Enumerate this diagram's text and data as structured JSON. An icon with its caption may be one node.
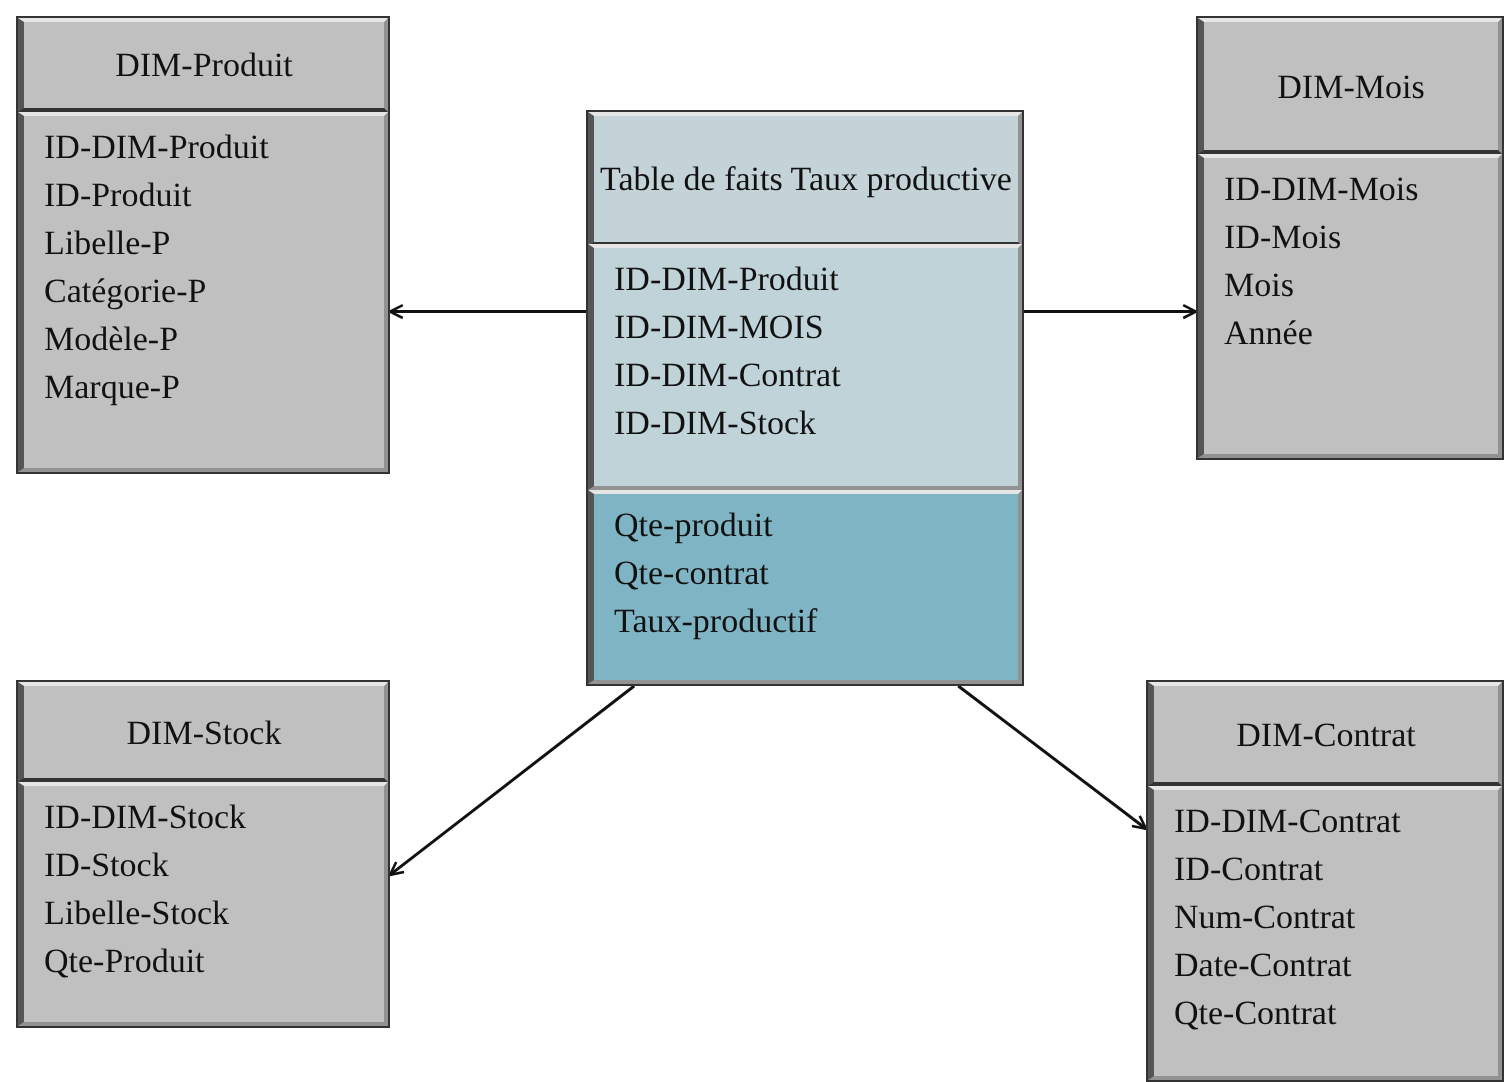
{
  "diagram": {
    "nodes": [
      {
        "text": [
          "DIM-Produit",
          "ID-DIM-Produit",
          "ID-Produit",
          "Libelle-P",
          "Catégorie-P",
          "Modèle-P",
          "Marque-P"
        ]
      },
      {
        "text": [
          "Table de faits Taux productive"
        ]
      },
      {
        "text": [
          "ID-DIM-Produit",
          "ID-DIM-MOIS",
          "ID-DIM-Contrat",
          "ID-DIM-Stock"
        ],
        "in": 1
      },
      {
        "text": [
          "Qte-produit",
          "Qte-contrat",
          "Taux-productif"
        ],
        "in": 1
      },
      {
        "text": [
          "DIM-Mois",
          "ID-DIM-Mois",
          "ID-Mois",
          "Mois",
          "Année"
        ]
      },
      {
        "text": [
          "DIM-Stock",
          "ID-DIM-Stock",
          "ID-Stock",
          "Libelle-Stock",
          "Qte-Produit"
        ]
      },
      {
        "text": [
          "DIM-Contrat",
          "ID-DIM-Contrat",
          "ID-Contrat",
          "Num-Contrat",
          "Date-Contrat",
          "Qte-Contrat"
        ]
      }
    ],
    "edges": [
      {
        "from": 1,
        "to": 0,
        "arrow": "to"
      },
      {
        "from": 1,
        "to": 4,
        "arrow": "to"
      },
      {
        "from": 1,
        "to": 5,
        "arrow": "to"
      },
      {
        "from": 1,
        "to": 6,
        "arrow": "to"
      }
    ]
  }
}
